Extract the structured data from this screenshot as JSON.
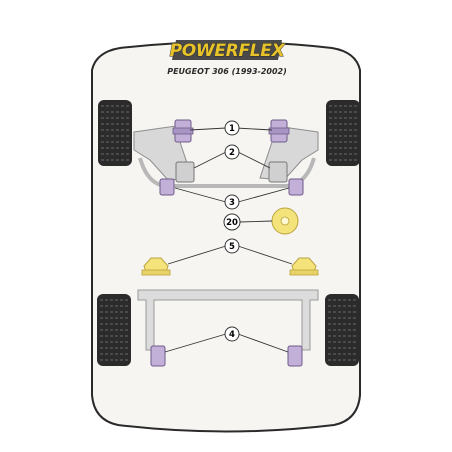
{
  "header": {
    "brand": "POWERFLEX",
    "subtitle": "PEUGEOT 306 (1993-2002)"
  },
  "callouts": [
    "1",
    "2",
    "3",
    "20",
    "5",
    "4"
  ],
  "colors": {
    "car_body": "#f7f5f2",
    "car_outline": "#2a2a2a",
    "tyre": "#2b2b2b",
    "suspension_arm": "#d8d8d8",
    "bush_purple": "#c2b0d8",
    "bush_yellow": "#f4e27a",
    "brand_bg": "#4a4a4a",
    "brand_yellow": "#e8c42a"
  }
}
